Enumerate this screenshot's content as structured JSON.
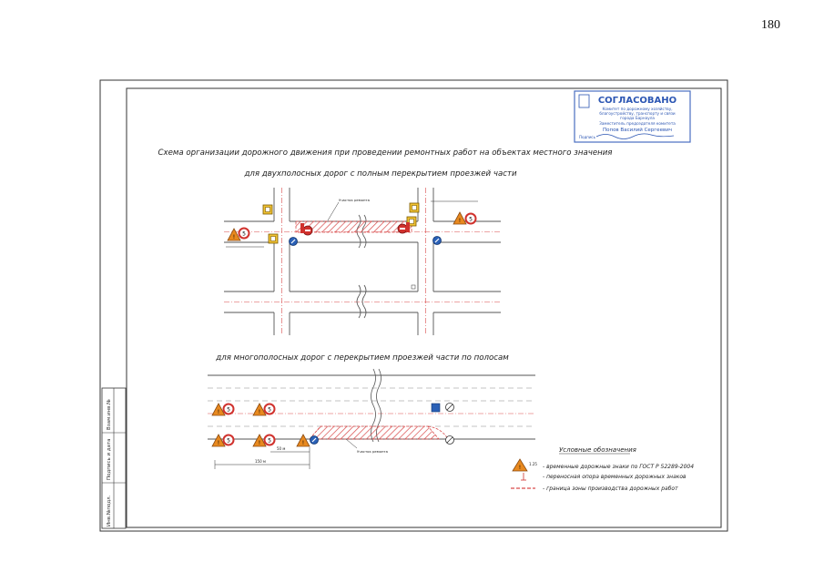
{
  "page_number": "180",
  "approval_stamp": {
    "title": "СОГЛАСОВАНО",
    "lines": [
      "Комитет по дорожному хозяйству,",
      "благоустройству, транспорту и связи",
      "города Барнаула",
      "Заместитель председателя комитета",
      "Попов Василий Сергеевич",
      "Подпись"
    ],
    "colors": {
      "ink": "#2c56b3",
      "frame": "#4a6fc0"
    }
  },
  "headings": {
    "main": "Схема организации дорожного движения при проведении ремонтных работ на объектах местного значения",
    "scheme1": "для двухполосных дорог с полным перекрытием проезжей части",
    "scheme2": "для многополосных дорог с перекрытием проезжей части по полосам"
  },
  "labels": {
    "work_zone": "Участок ремонта",
    "dist1": "50 м",
    "dist2": "150 м"
  },
  "legend": {
    "title": "Условные обозначения",
    "items": [
      {
        "symbol": "road-work-sign-icon",
        "code": "1.25",
        "text": "- временные дорожные знаки по ГОСТ Р 52289-2004"
      },
      {
        "symbol": "portable-pole-icon",
        "code": "",
        "text": "- переносная опора временных дорожных знаков"
      },
      {
        "symbol": "boundary-line-icon",
        "code": "",
        "text": "- граница зоны производства дорожных работ"
      }
    ]
  },
  "stamp_columns": [
    "Взам.инв.№",
    "Подпись и дата",
    "Инв.№подл."
  ],
  "colors": {
    "sign_orange": "#e8891f",
    "sign_red": "#d0312d",
    "sign_blue": "#2a60b6",
    "work_hatch": "#d94a4a",
    "road_line": "#555555",
    "centerline": "#d94a4a"
  }
}
